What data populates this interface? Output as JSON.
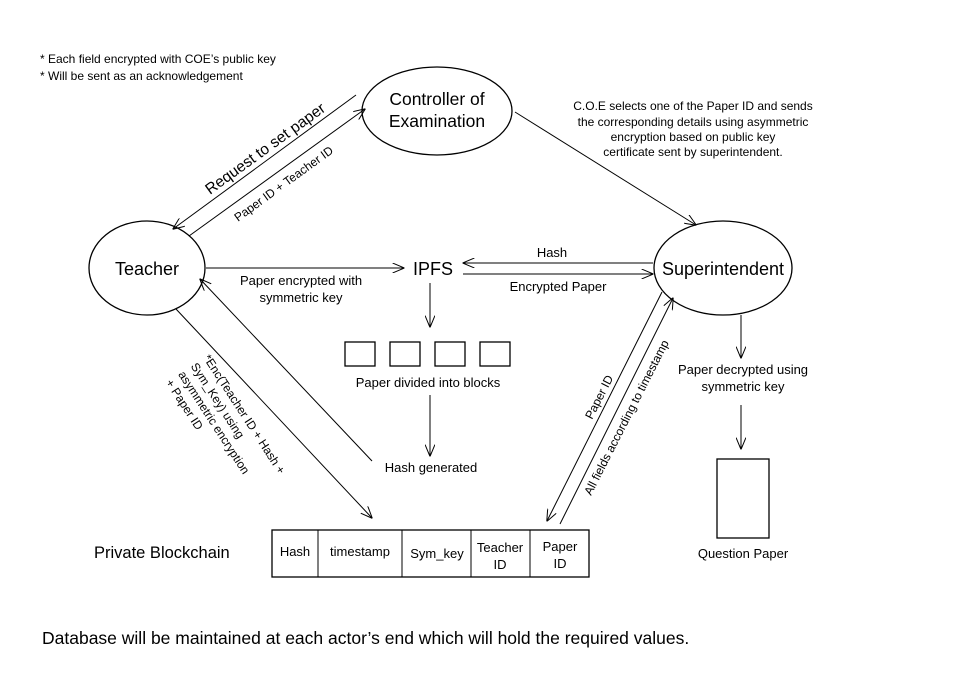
{
  "notes": [
    "* Each field encrypted with COE’s public key",
    "* Will be sent as an acknowledgement"
  ],
  "nodes": {
    "coe": [
      "Controller of",
      "Examination"
    ],
    "teacher": "Teacher",
    "ipfs": "IPFS",
    "superintendent": "Superintendent"
  },
  "coe_note": [
    "C.O.E selects one of the Paper ID and sends",
    "the corresponding details using asymmetric",
    "encryption based on public key",
    "certificate sent by superintendent."
  ],
  "edges": {
    "request": "Request to set paper",
    "paper_teacher_id": "Paper ID + Teacher ID",
    "paper_encrypted": [
      "Paper encrypted with",
      "symmetric key"
    ],
    "hash": "Hash",
    "encrypted_paper": "Encrypted Paper",
    "enc_label": [
      "*Enc(Teacher ID + Hash +",
      "Sym_Key) using",
      "asymmetric encryption",
      "+ Paper ID"
    ],
    "paper_id": "Paper ID",
    "all_fields": "All fields according to timestamp"
  },
  "blocks_label": "Paper divided into blocks",
  "hash_generated": "Hash generated",
  "decrypted_label": [
    "Paper decrypted using",
    "symmetric key"
  ],
  "question_paper": "Question Paper",
  "blockchain": {
    "title": "Private Blockchain",
    "fields": [
      "Hash",
      "timestamp",
      "Sym_key",
      [
        "Teacher",
        "ID"
      ],
      [
        "Paper",
        "ID"
      ]
    ]
  },
  "footer": "Database will be maintained at each actor’s end which will hold the required values."
}
